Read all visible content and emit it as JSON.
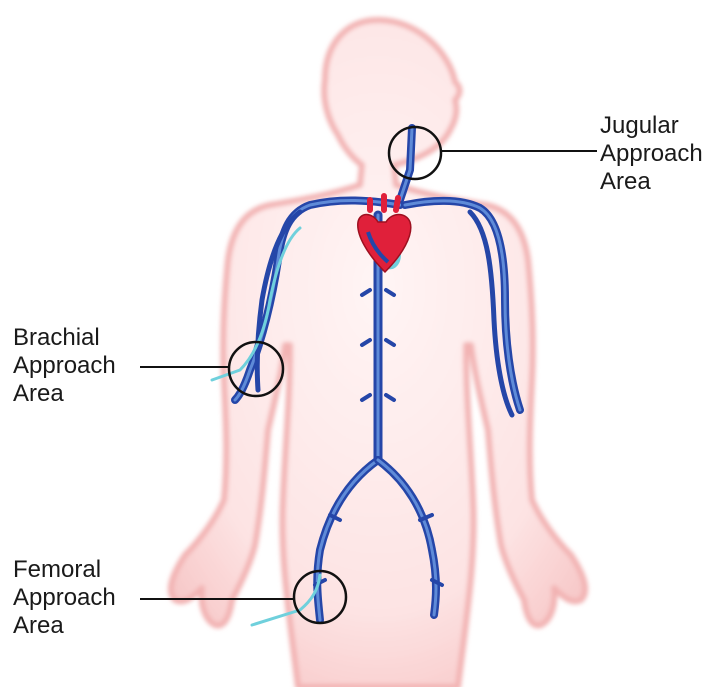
{
  "labels": {
    "jugular": {
      "line1": "Jugular",
      "line2": "Approach",
      "line3": "Area"
    },
    "brachial": {
      "line1": "Brachial",
      "line2": "Approach",
      "line3": "Area"
    },
    "femoral": {
      "line1": "Femoral",
      "line2": "Approach",
      "line3": "Area"
    }
  },
  "colors": {
    "skin": "#f8cfcf",
    "skin_edge": "#f2b3b3",
    "vein_dark": "#2546a8",
    "vein_light": "#5f8bd8",
    "catheter": "#6fd0dc",
    "heart": "#e0203a",
    "callout": "#111111"
  },
  "icons": [
    "human-body-outline",
    "heart",
    "vein-network",
    "callout-circle"
  ]
}
